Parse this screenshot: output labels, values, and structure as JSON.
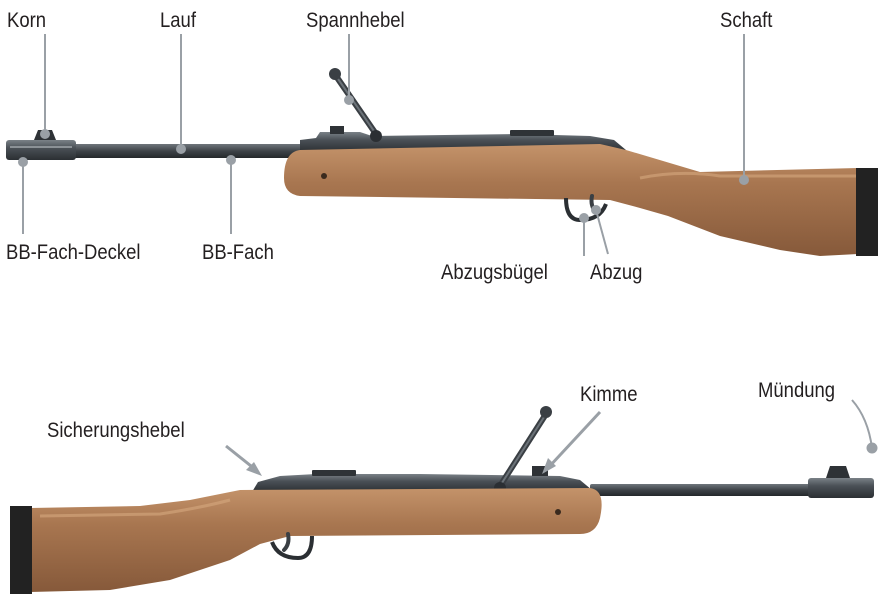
{
  "colors": {
    "wood": "#a87650",
    "wood_light": "#c4936a",
    "wood_dark": "#7f5535",
    "metal": "#3b4045",
    "metal_light": "#6b7278",
    "butt_pad": "#222222",
    "leader": "#9aa0a6"
  },
  "view_side_1": {
    "labels": {
      "korn": "Korn",
      "lauf": "Lauf",
      "spannhebel": "Spannhebel",
      "schaft": "Schaft",
      "bb_fach_deckel": "BB-Fach-Deckel",
      "bb_fach": "BB-Fach",
      "abzugsbuegel": "Abzugsbügel",
      "abzug": "Abzug"
    }
  },
  "view_side_2": {
    "labels": {
      "sicherungshebel": "Sicherungshebel",
      "kimme": "Kimme",
      "muendung": "Mündung"
    }
  }
}
